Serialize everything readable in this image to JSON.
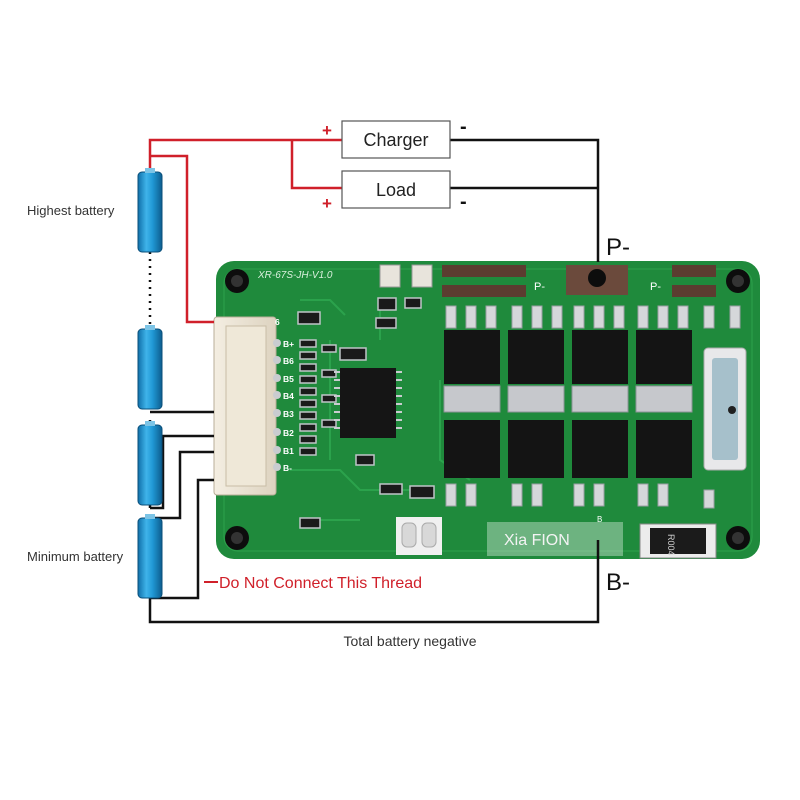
{
  "devices": {
    "charger": "Charger",
    "load": "Load",
    "plus": "+",
    "minus": "-"
  },
  "batteries": {
    "highest": "Highest battery",
    "minimum": "Minimum battery"
  },
  "terminals": {
    "p_minus": "P-",
    "b_minus": "B-"
  },
  "notes": {
    "do_not_connect": "Do Not Connect This Thread",
    "total_negative": "Total battery negative"
  },
  "board": {
    "model": "XR-67S-JH-V1.0",
    "connector_pins": [
      "6",
      "B+",
      "B6",
      "B5",
      "B4",
      "B3",
      "B2",
      "B1",
      "B-"
    ],
    "p_marks": [
      "P-",
      "P-"
    ],
    "watermark": "Xia FION",
    "shunt_code": "R004",
    "b_mark": "B"
  },
  "colors": {
    "positive_wire": "#d0202a",
    "negative_wire": "#111111",
    "pcb": "#1f8a3c",
    "cell": "#1e8fcf",
    "warning_text": "#d0202a"
  }
}
